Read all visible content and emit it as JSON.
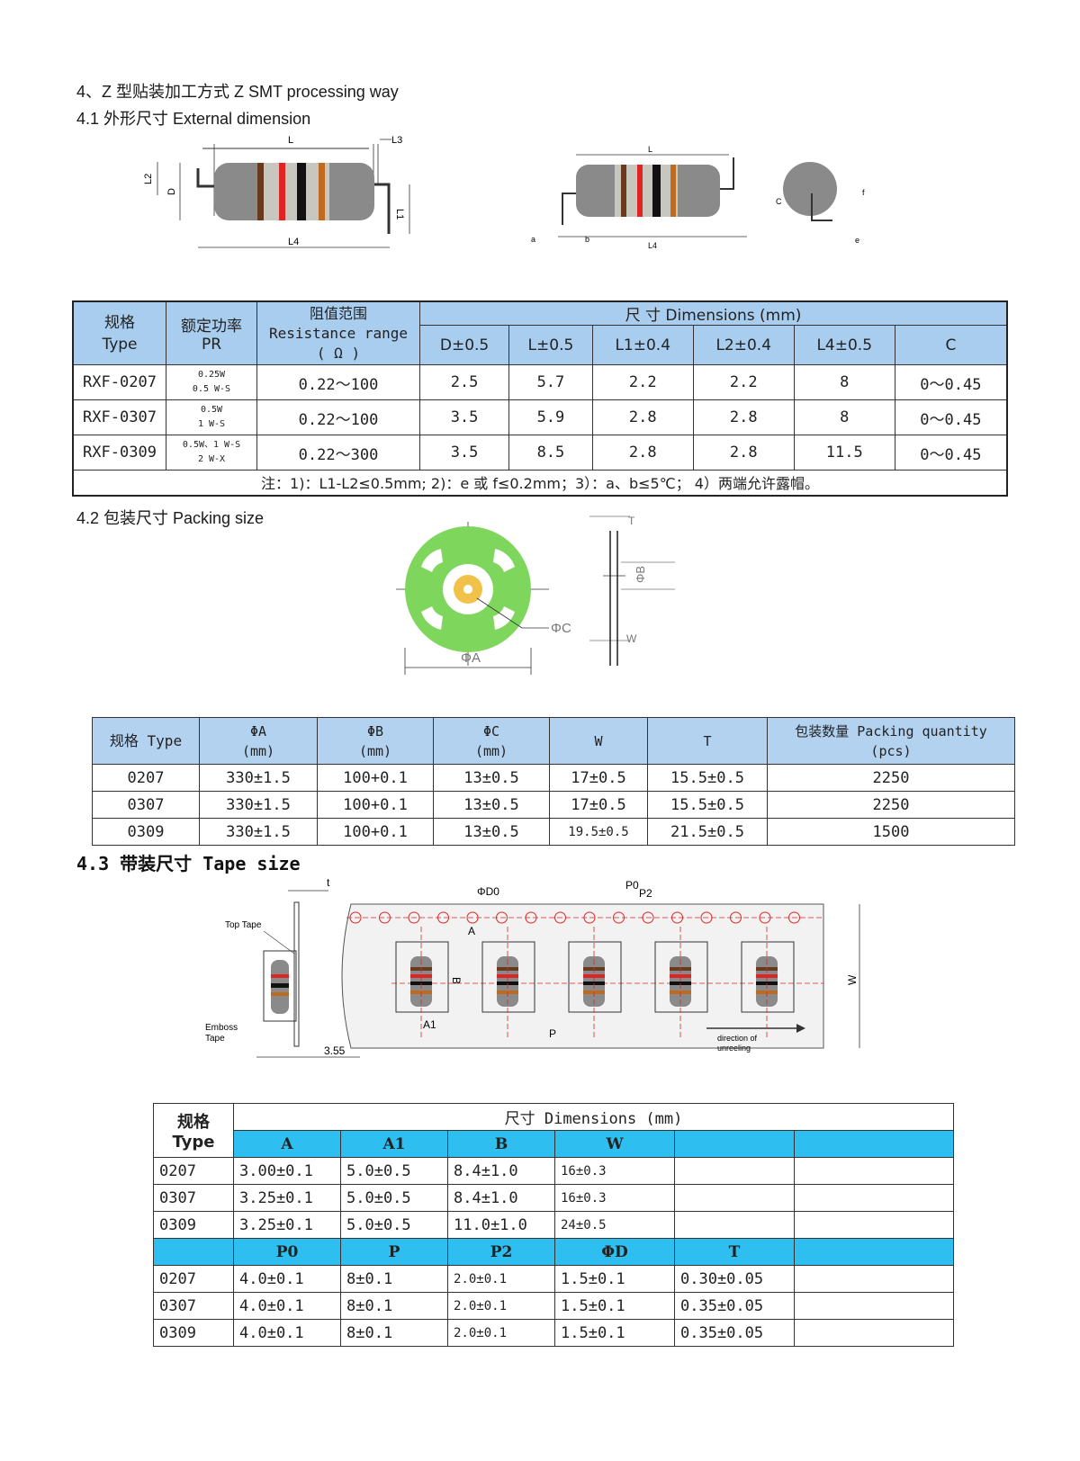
{
  "headings": {
    "s4": "4、Z 型贴装加工方式 Z SMT processing way",
    "s41": "4.1 外形尺寸  External dimension",
    "s42": "4.2  包装尺寸  Packing size",
    "s43": "4.3 带装尺寸 Tape size"
  },
  "fig1": {
    "L": "L",
    "L2": "L2",
    "D": "D",
    "L1": "L1",
    "L3": "L3",
    "L4": "L4",
    "C": "C",
    "f": "f",
    "e": "e",
    "a": "a",
    "b": "b"
  },
  "table1": {
    "h_type": "规格 Type",
    "h_power": "额定功率",
    "h_power_sym": "PR",
    "h_res": "阻值范围",
    "h_res_en": "Resistance range",
    "h_res_unit": "( Ω )",
    "h_dim": "尺    寸  Dimensions (mm)",
    "cols": [
      "D±0.5",
      "L±0.5",
      "L1±0.4",
      "L2±0.4",
      "L4±0.5",
      "C"
    ],
    "rows": [
      {
        "type": "RXF-0207",
        "p1": "0.25W",
        "p2": "0.5 W-S",
        "res": "0.22～100",
        "d": [
          "2.5",
          "5.7",
          "2.2",
          "2.2",
          "8",
          "0～0.45"
        ]
      },
      {
        "type": "RXF-0307",
        "p1": "0.5W",
        "p2": "1 W-S",
        "res": "0.22～100",
        "d": [
          "3.5",
          "5.9",
          "2.8",
          "2.8",
          "8",
          "0～0.45"
        ]
      },
      {
        "type": "RXF-0309",
        "p1": "0.5W、1 W-S",
        "p2": "2 W-X",
        "res": "0.22～300",
        "d": [
          "3.5",
          "8.5",
          "2.8",
          "2.8",
          "11.5",
          "0～0.45"
        ]
      }
    ],
    "note": "注：1)：L1-L2≤0.5mm; 2)：e 或 f≤0.2mm；3）：a、b≤5℃；  4）两端允许露帽。"
  },
  "fig2": {
    "A": "ΦA",
    "B": "ΦB",
    "C": "ΦC",
    "T": "T",
    "W": "W"
  },
  "table2": {
    "headers": [
      "规格 Type",
      "ΦA",
      "(mm)",
      "ΦB",
      "(mm)",
      "ΦC",
      "(mm)",
      "W",
      "T",
      "包装数量  Packing quantity",
      "(pcs)"
    ],
    "rows": [
      [
        "0207",
        "330±1.5",
        "100+0.1",
        "13±0.5",
        "17±0.5",
        "15.5±0.5",
        "2250"
      ],
      [
        "0307",
        "330±1.5",
        "100+0.1",
        "13±0.5",
        "17±0.5",
        "15.5±0.5",
        "2250"
      ],
      [
        "0309",
        "330±1.5",
        "100+0.1",
        "13±0.5",
        "19.5±0.5",
        "21.5±0.5",
        "1500"
      ]
    ]
  },
  "fig3": {
    "t": "t",
    "top_tape": "Top Tape",
    "emboss1": "Emboss",
    "emboss2": "Tape",
    "d355": "3.55",
    "phid0": "ΦD0",
    "p0": "P0",
    "p2": "P2",
    "a": "A",
    "b": "B",
    "a1": "A1",
    "p": "P",
    "w": "W",
    "dir1": "direction of",
    "dir2": "unreeling"
  },
  "table3": {
    "type_zh": "规格",
    "type_en": "Type",
    "dim": "尺寸 Dimensions (mm)",
    "h1": [
      "A",
      "A1",
      "B",
      "W",
      "",
      ""
    ],
    "rows1": [
      [
        "0207",
        "3.00±0.1",
        "5.0±0.5",
        "8.4±1.0",
        "16±0.3",
        "",
        ""
      ],
      [
        "0307",
        "3.25±0.1",
        "5.0±0.5",
        "8.4±1.0",
        "16±0.3",
        "",
        ""
      ],
      [
        "0309",
        "3.25±0.1",
        "5.0±0.5",
        "11.0±1.0",
        "24±0.5",
        "",
        ""
      ]
    ],
    "h2": [
      "P0",
      "P",
      "P2",
      "ΦD",
      "T",
      ""
    ],
    "rows2": [
      [
        "0207",
        "4.0±0.1",
        "8±0.1",
        "2.0±0.1",
        "1.5±0.1",
        "0.30±0.05",
        ""
      ],
      [
        "0307",
        "4.0±0.1",
        "8±0.1",
        "2.0±0.1",
        "1.5±0.1",
        "0.35±0.05",
        ""
      ],
      [
        "0309",
        "4.0±0.1",
        "8±0.1",
        "2.0±0.1",
        "1.5±0.1",
        "0.35±0.05",
        ""
      ]
    ]
  }
}
